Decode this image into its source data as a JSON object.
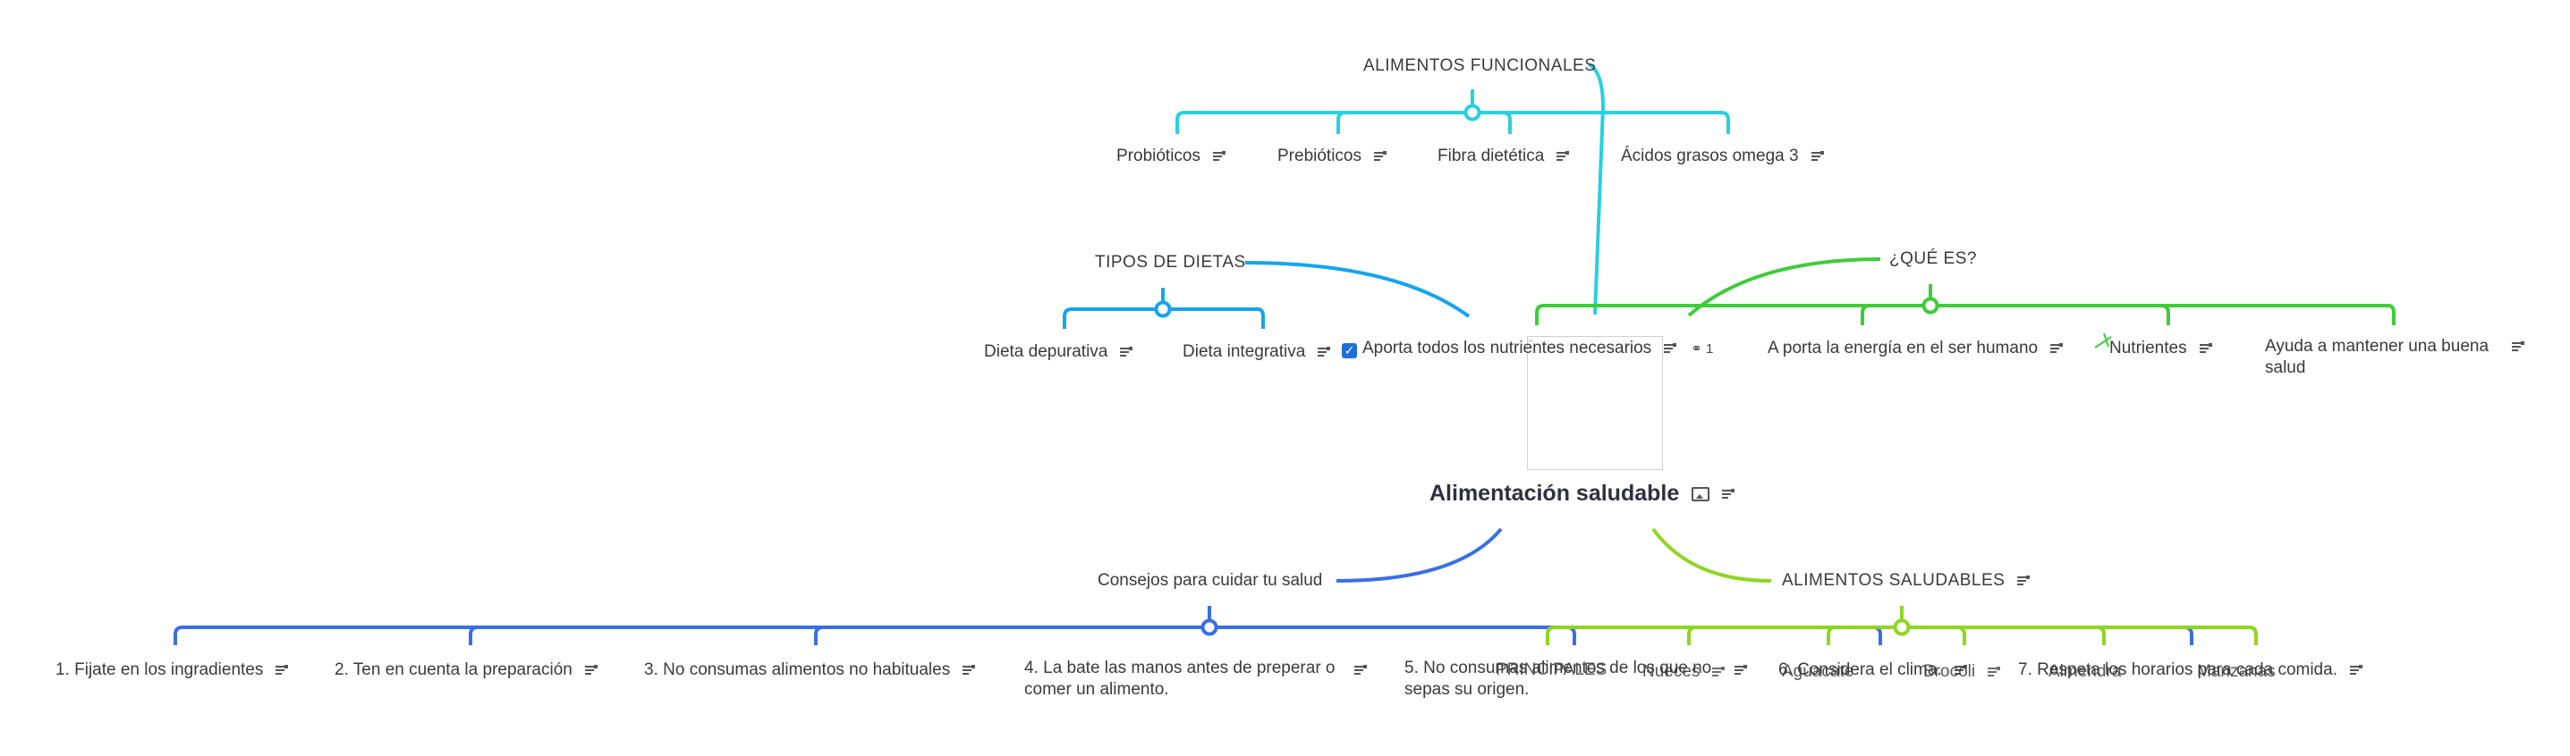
{
  "central": {
    "title": "Alimentación saludable"
  },
  "colors": {
    "cyan": "#29d0de",
    "sky": "#14a5ee",
    "green": "#3fcc3a",
    "blue": "#3a6ee6",
    "lime": "#8fd61f"
  },
  "branches": {
    "funcionales": {
      "title": "ALIMENTOS FUNCIONALES",
      "items": [
        "Probióticos",
        "Prebióticos",
        "Fibra dietética",
        "Ácidos grasos omega 3"
      ]
    },
    "dietas": {
      "title": "TIPOS DE DIETAS",
      "items": [
        "Dieta depurativa",
        "Dieta integrativa"
      ]
    },
    "que_es": {
      "title": "¿QUÉ ES?",
      "items": [
        "Aporta todos los nutrientes necesarios",
        "A porta la energía en el ser humano",
        "Nutrientes",
        "Ayuda a mantener una buena salud"
      ],
      "link_count": "1"
    },
    "consejos": {
      "title": "Consejos para cuidar tu salud",
      "items": [
        "1. Fijate en los ingradientes",
        "2. Ten en cuenta la preparación",
        "3. No consumas alimentos no habituales",
        "4. La bate las manos antes de preperar o comer un alimento.",
        "5. No consumas alimentos de los que no sepas su origen.",
        "6. Considera el clima.",
        "7. Respeta los horarios para cada comida."
      ]
    },
    "saludables": {
      "title": "ALIMENTOS SALUDABLES",
      "items": [
        "PRINCIPALES",
        "Nueces",
        "Aguacate",
        "Brocoli",
        "Almendra",
        "Manzanas"
      ]
    }
  }
}
